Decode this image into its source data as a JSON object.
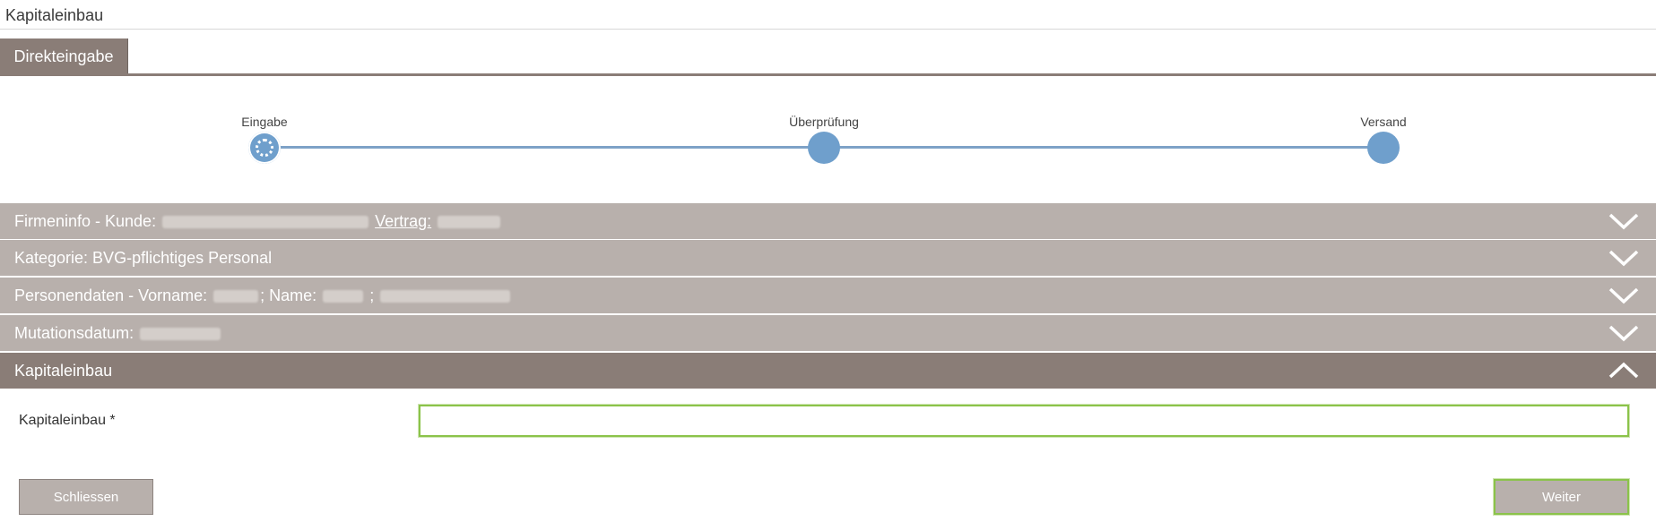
{
  "page": {
    "title": "Kapitaleinbau"
  },
  "tabs": [
    {
      "label": "Direkteingabe"
    }
  ],
  "stepper": {
    "steps": [
      {
        "label": "Eingabe"
      },
      {
        "label": "Überprüfung"
      },
      {
        "label": "Versand"
      }
    ]
  },
  "accordion": {
    "firmeninfo": {
      "prefix": "Firmeninfo - Kunde:",
      "contract_label": "Vertrag:"
    },
    "kategorie": {
      "text": "Kategorie: BVG-pflichtiges Personal"
    },
    "personendaten": {
      "prefix": "Personendaten - Vorname:",
      "name_label": "; Name:",
      "sep": ";"
    },
    "mutationsdatum": {
      "prefix": "Mutationsdatum:"
    },
    "kapitaleinbau": {
      "text": "Kapitaleinbau"
    }
  },
  "form": {
    "kapitaleinbau_label": "Kapitaleinbau *",
    "kapitaleinbau_value": ""
  },
  "buttons": {
    "close": "Schliessen",
    "next": "Weiter"
  },
  "colors": {
    "header_active": "#8a7d77",
    "header_inactive": "#b8b0ac",
    "stepper": "#6f9fcc",
    "focus": "#8bc34a"
  }
}
